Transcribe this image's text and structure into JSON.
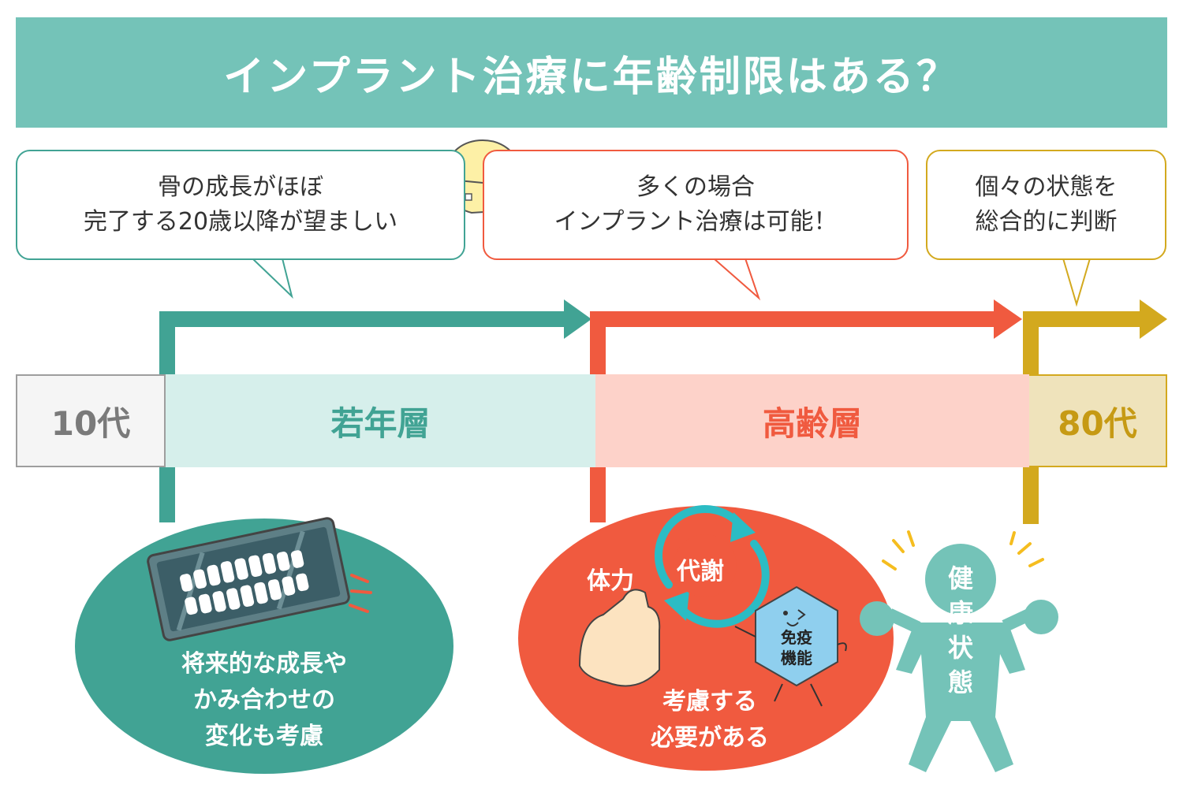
{
  "title": "インプラント治療に年齢制限はある？",
  "bubbles": {
    "young": {
      "line1": "骨の成長がほぼ",
      "line2": "完了する20歳以降が望ましい"
    },
    "senior": {
      "line1": "多くの場合",
      "line2": "インプラント治療は可能！"
    },
    "eighty": {
      "line1": "個々の状態を",
      "line2": "総合的に判断"
    }
  },
  "bands": {
    "teens": "10代",
    "young": "若年層",
    "senior": "高齢層",
    "eighty": "80代"
  },
  "young_note": {
    "line1": "将来的な成長や",
    "line2": "かみ合わせの",
    "line3": "変化も考慮"
  },
  "senior_note": {
    "line1": "考慮する",
    "line2": "必要がある"
  },
  "senior_labels": {
    "stamina": "体力",
    "metabolism": "代謝",
    "immunity_1": "免疫",
    "immunity_2": "機能"
  },
  "health_label": [
    "健",
    "康",
    "状",
    "態"
  ],
  "colors": {
    "teal": "#41a394",
    "title_bg": "#74c3b8",
    "red": "#f05a3f",
    "gold": "#d3a91e",
    "cycle": "#2bbcc4",
    "hex": "#8fcfee",
    "skin": "#fce3c0",
    "skull": "#fdf0a6",
    "body": "#74c3b8",
    "ray": "#f5bd1f"
  }
}
